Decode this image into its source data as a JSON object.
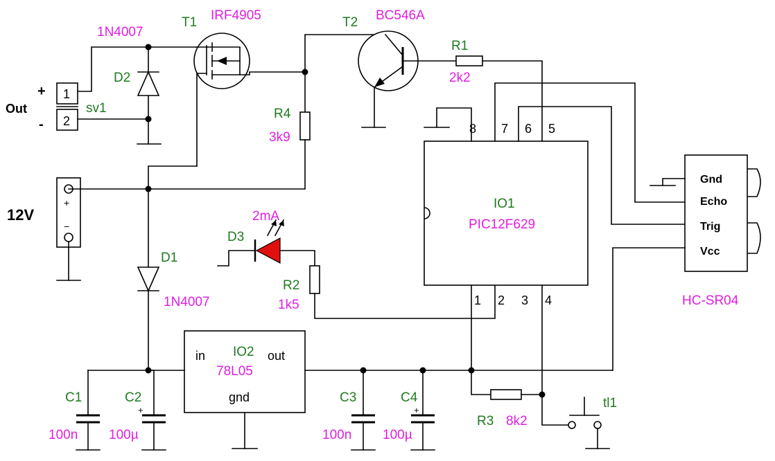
{
  "labels": {
    "t1_name": "T1",
    "t1_part": "IRF4905",
    "t2_name": "T2",
    "t2_part": "BC546A",
    "d2_part": "1N4007",
    "d2_name": "D2",
    "r1_name": "R1",
    "r1_value": "2k2",
    "r4_name": "R4",
    "r4_value": "3k9",
    "sv1_name": "sv1",
    "out_label": "Out",
    "out_plus": "+",
    "out_minus": "-",
    "pin1": "1",
    "pin2": "2",
    "supply_label": "12V",
    "supply_plus": "+",
    "supply_minus": "−",
    "d1_name": "D1",
    "d1_part": "1N4007",
    "d3_name": "D3",
    "d3_current": "2mA",
    "r2_name": "R2",
    "r2_value": "1k5",
    "r3_name": "R3",
    "r3_value": "8k2",
    "io1_name": "IO1",
    "io1_part": "PIC12F629",
    "pic_pin1": "1",
    "pic_pin2": "2",
    "pic_pin3": "3",
    "pic_pin4": "4",
    "pic_pin5": "5",
    "pic_pin6": "6",
    "pic_pin7": "7",
    "pic_pin8": "8",
    "io2_name": "IO2",
    "io2_part": "78L05",
    "io2_in": "in",
    "io2_out": "out",
    "io2_gnd": "gnd",
    "c1_name": "C1",
    "c1_value": "100n",
    "c2_name": "C2",
    "c2_value": "100µ",
    "c3_name": "C3",
    "c3_value": "100n",
    "c4_name": "C4",
    "c4_value": "100µ",
    "tl1_name": "tl1",
    "sensor_name": "HC-SR04",
    "sensor_gnd": "Gnd",
    "sensor_echo": "Echo",
    "sensor_trig": "Trig",
    "sensor_vcc": "Vcc"
  },
  "colors": {
    "name_color": "#1f7a1f",
    "value_color": "#e01ee0",
    "led_color": "#e01010"
  }
}
